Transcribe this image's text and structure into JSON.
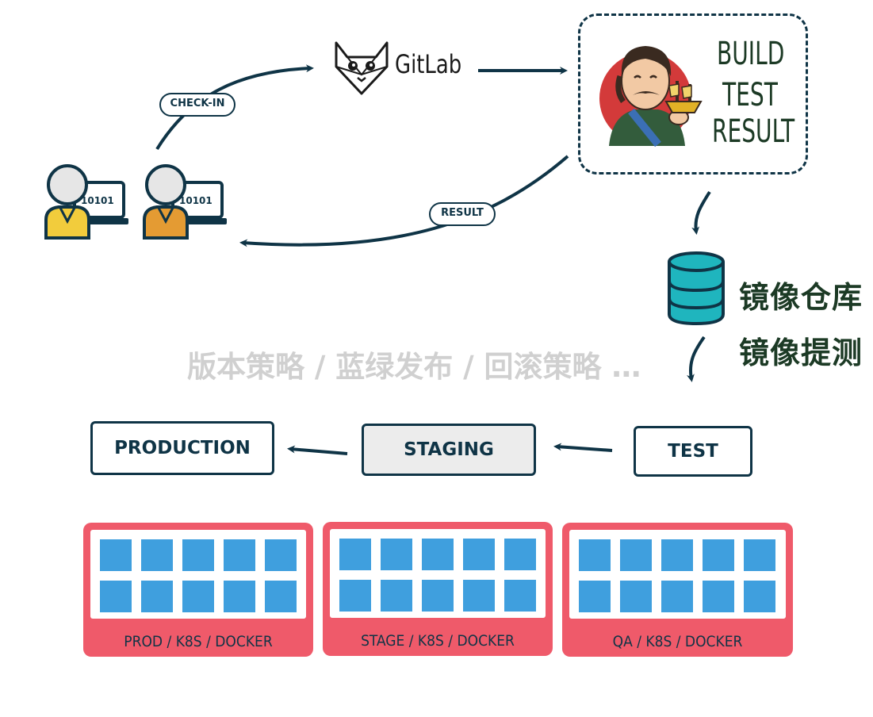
{
  "flow": {
    "checkin_label": "CHECK-IN",
    "result_label": "RESULT",
    "gitlab_label": "GitLab",
    "dev1_screen": "10101",
    "dev2_screen": "10101"
  },
  "ci": {
    "lines": [
      "BUILD",
      "TEST",
      "RESULT"
    ]
  },
  "registry": {
    "line1": "镜像仓库",
    "line2": "镜像提测"
  },
  "strategy_text": "版本策略 / 蓝绿发布 / 回滚策略 …",
  "stages": {
    "production": "PRODUCTION",
    "staging": "STAGING",
    "test": "TEST"
  },
  "clusters": [
    {
      "label": "PROD / K8S / DOCKER"
    },
    {
      "label": "STAGE / K8S / DOCKER"
    },
    {
      "label": "QA / K8S / DOCKER"
    }
  ],
  "colors": {
    "navy": "#0f3446",
    "cluster_red": "#ef5a6a",
    "node_blue": "#3f9fde",
    "db_teal": "#1fb5be",
    "text_green": "#1c3a25"
  }
}
